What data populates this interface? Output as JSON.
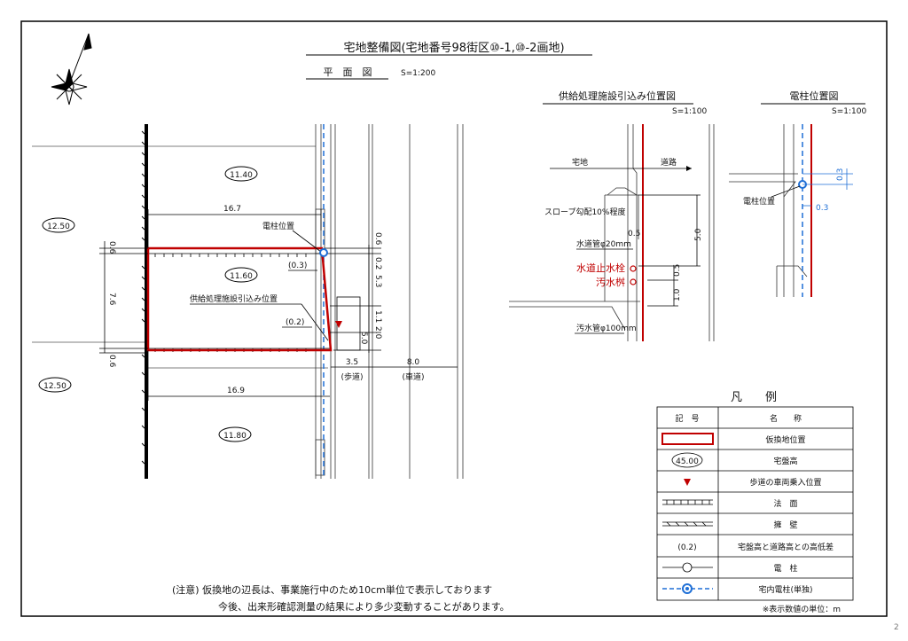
{
  "header": {
    "title": "宅地整備図(宅地番号98街区⑩-1,⑩-2画地)",
    "plan_label": "平　面　図",
    "plan_scale": "S=1:200",
    "sub1_title": "供給処理施設引込み位置図",
    "sub1_scale": "S=1:100",
    "sub2_title": "電柱位置図",
    "sub2_scale": "S=1:100"
  },
  "plan": {
    "elev_top": "11.40",
    "elev_lot": "11.60",
    "elev_bottom": "11.80",
    "elev_left1": "12.50",
    "elev_left2": "12.50",
    "dim_top_width": "16.7",
    "dim_bottom_width": "16.9",
    "dim_left_top": "0.6",
    "dim_left_mid": "7.6",
    "dim_left_bottom": "0.6",
    "dim_right_a": "0.6",
    "dim_right_b": "0.2",
    "dim_right_c": "5.3",
    "dim_right_d": "1.1",
    "dim_right_e": "2.0",
    "dim_right_f": "5.0",
    "pole_label": "電柱位置",
    "pole_height_diff": "(0.3)",
    "service_label": "供給処理施設引込み位置",
    "service_height_diff": "(0.2)",
    "sidewalk_width": "3.5",
    "sidewalk_label": "(歩道)",
    "roadway_width": "8.0",
    "roadway_label": "(車道)"
  },
  "sub1": {
    "lot_label": "宅地",
    "road_label": "道路",
    "slope_label": "スロープ勾配10%程度",
    "water_pipe": "水道管φ20mm",
    "dim_05a": "0.5",
    "dim_50": "5.0",
    "dim_05b": "0.5",
    "dim_10": "1.0",
    "water_stop": "水道止水栓",
    "sewer_box": "汚水桝",
    "sewer_pipe": "汚水管φ100mm"
  },
  "sub2": {
    "dim_03a": "0.3",
    "dim_03b": "0.3",
    "pole_label": "電柱位置"
  },
  "legend": {
    "title": "凡　　例",
    "col_symbol": "記　号",
    "col_name": "名　　称",
    "rows": [
      {
        "symbol": "",
        "name": "仮換地位置"
      },
      {
        "symbol": "45.00",
        "name": "宅盤高"
      },
      {
        "symbol": "",
        "name": "歩道の車両乗入位置"
      },
      {
        "symbol": "",
        "name": "法　面"
      },
      {
        "symbol": "",
        "name": "擁　壁"
      },
      {
        "symbol": "(0.2)",
        "name": "宅盤高と道路高との高低差"
      },
      {
        "symbol": "",
        "name": "電　柱"
      },
      {
        "symbol": "",
        "name": "宅内電柱(単独)"
      }
    ],
    "unit_note": "※表示数値の単位：m"
  },
  "notes": {
    "line1": "(注意) 仮換地の辺長は、事業施行中のため10cm単位で表示しております",
    "line2": "今後、出来形確認測量の結果により多少変動することがあります。"
  },
  "page_number": "2",
  "colors": {
    "lot_outline": "#c00000",
    "service_marker": "#c00000",
    "pole_dash": "#1f6fd6"
  }
}
